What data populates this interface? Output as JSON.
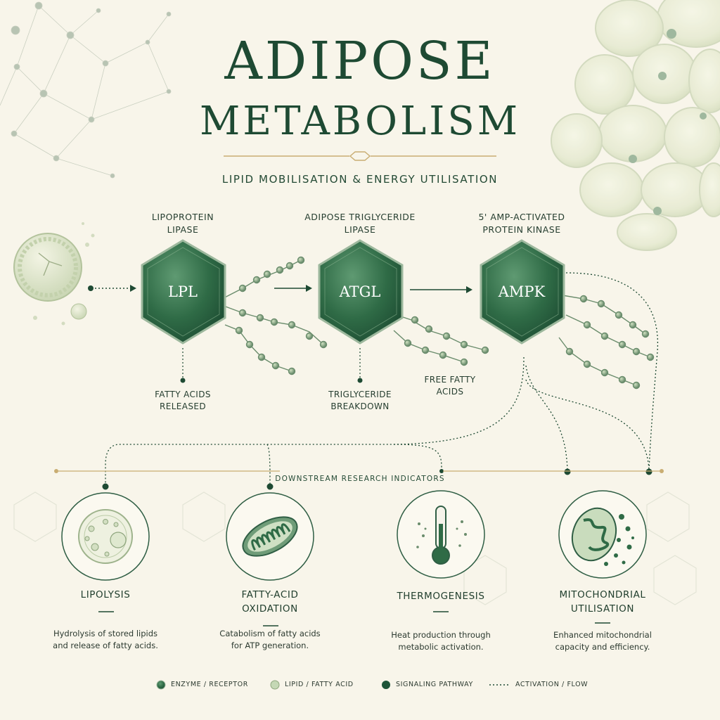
{
  "header": {
    "title_line1": "ADIPOSE",
    "title_line2": "METABOLISM",
    "subtitle": "LIPID MOBILISATION & ENERGY UTILISATION"
  },
  "enzymes": [
    {
      "abbr": "LPL",
      "name_line1": "LIPOPROTEIN",
      "name_line2": "LIPASE"
    },
    {
      "abbr": "ATGL",
      "name_line1": "ADIPOSE TRIGLYCERIDE",
      "name_line2": "LIPASE"
    },
    {
      "abbr": "AMPK",
      "name_line1": "5' AMP-ACTIVATED",
      "name_line2": "PROTEIN KINASE"
    }
  ],
  "notes": {
    "lpl_line1": "FATTY ACIDS",
    "lpl_line2": "RELEASED",
    "atgl_line1": "TRIGLYCERIDE",
    "atgl_line2": "BREAKDOWN",
    "ffa_line1": "FREE FATTY",
    "ffa_line2": "ACIDS"
  },
  "downstream_label": "DOWNSTREAM RESEARCH INDICATORS",
  "indicators": [
    {
      "icon": "lipid-droplet-icon",
      "title_line1": "LIPOLYSIS",
      "title_line2": "",
      "desc_line1": "Hydrolysis of stored lipids",
      "desc_line2": "and release of fatty acids."
    },
    {
      "icon": "mitochondrion-icon",
      "title_line1": "FATTY-ACID",
      "title_line2": "OXIDATION",
      "desc_line1": "Catabolism of fatty acids",
      "desc_line2": "for ATP generation."
    },
    {
      "icon": "thermometer-icon",
      "title_line1": "THERMOGENESIS",
      "title_line2": "",
      "desc_line1": "Heat production through",
      "desc_line2": "metabolic activation."
    },
    {
      "icon": "mitochondrion-dots-icon",
      "title_line1": "MITOCHONDRIAL",
      "title_line2": "UTILISATION",
      "desc_line1": "Enhanced mitochondrial",
      "desc_line2": "capacity and efficiency."
    }
  ],
  "legend": [
    {
      "label": "ENZYME / RECEPTOR",
      "color": "#2f6b46"
    },
    {
      "label": "LIPID / FATTY ACID",
      "color": "#b9cfa8"
    },
    {
      "label": "SIGNALING PATHWAY",
      "color": "#1e5538"
    },
    {
      "label": "ACTIVATION / FLOW",
      "color": "#1e4a33"
    }
  ],
  "colors": {
    "primary_green": "#2f6b46",
    "dark_green": "#1e4a33",
    "gold": "#c9ad72",
    "background": "#f8f5ea"
  }
}
